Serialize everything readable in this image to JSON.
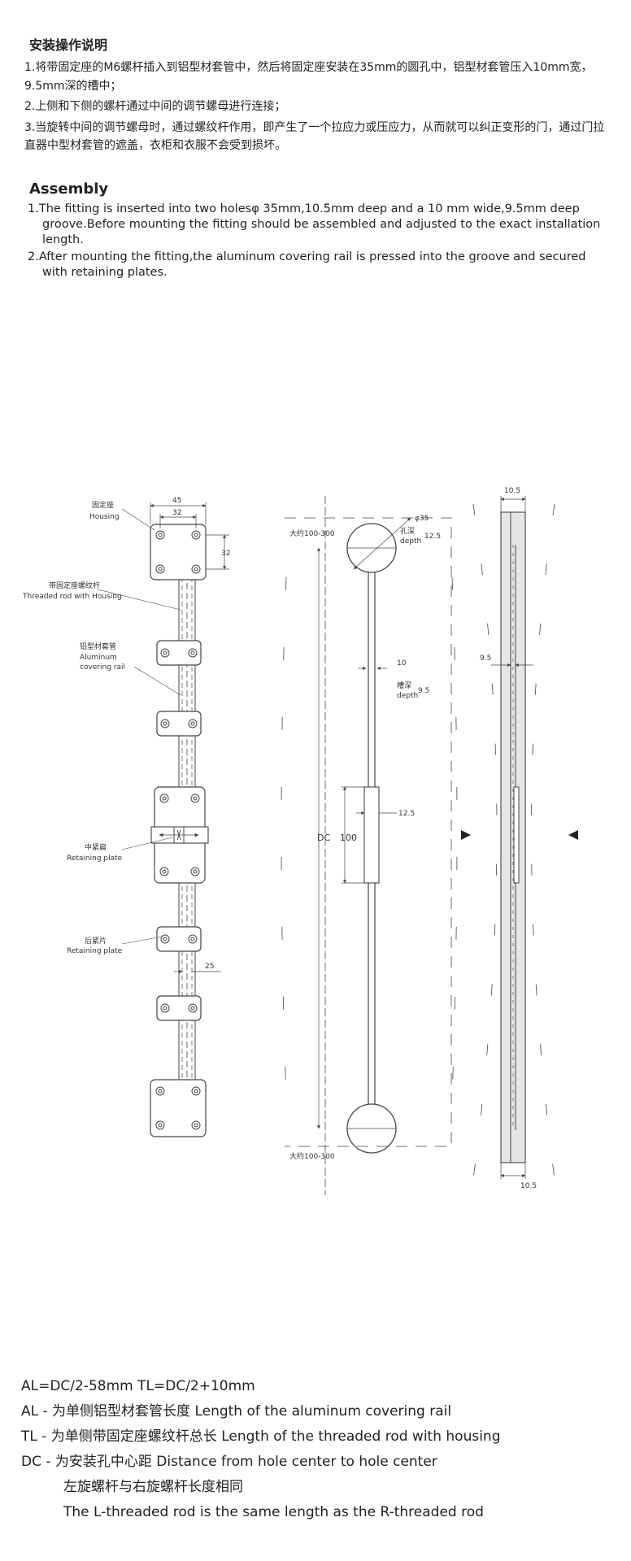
{
  "instructions_cn": {
    "title": "安装操作说明",
    "items": [
      "1.将带固定座的M6螺杆插入到铝型材套管中，然后将固定座安装在35mm的圆孔中，铝型材套管压入10mm宽，9.5mm深的槽中；",
      "2.上侧和下侧的螺杆通过中间的调节螺母进行连接；",
      "3.当旋转中间的调节螺母时，通过螺纹杆作用，即产生了一个拉应力或压应力，从而就可以纠正变形的门，通过门拉直器中型材套管的遮盖，衣柜和衣服不会受到损坏。"
    ]
  },
  "assembly": {
    "title": "Assembly",
    "items": [
      "1.The fitting is inserted into two holesφ 35mm,10.5mm deep and a 10 mm wide,9.5mm deep groove.Before mounting the fitting should be assembled and adjusted to the exact installation length.",
      "2.After mounting the fitting,the aluminum covering rail is pressed into the groove and secured with retaining plates."
    ]
  },
  "diagram": {
    "left": {
      "housing_cn": "固定座",
      "housing_en": "Housing",
      "rod_cn": "带固定座螺纹杆",
      "rod_en": "Threaded rod with Housing",
      "rail_cn": "铝型材套管",
      "rail_en1": "Aluminum",
      "rail_en2": "covering rail",
      "plate1_cn": "中紧扁",
      "plate1_en": "Retaining plate",
      "plate2_cn": "后紧片",
      "plate2_en": "Retaining plate",
      "dim_45": "45",
      "dim_32_top": "32",
      "dim_32_side": "32",
      "dim_25": "25"
    },
    "middle": {
      "top_range": "大约100-300",
      "bottom_range": "大约100-300",
      "hole_dia": "φ35",
      "hole_depth_cn": "孔深",
      "hole_depth_en": "depth",
      "hole_depth_val": "12.5",
      "groove_width": "10",
      "groove_depth_cn": "槽深",
      "groove_depth_en": "depth",
      "groove_depth_val": "9.5",
      "nut_width": "12.5",
      "dc_label": "DC",
      "nut_length": "100"
    },
    "right": {
      "top_width": "10.5",
      "groove_width": "9.5",
      "bottom_width": "10.5"
    }
  },
  "formulas": {
    "line1": "AL=DC/2-58mm   TL=DC/2+10mm",
    "line2": "AL - 为单侧铝型材套管长度  Length of the aluminum covering rail",
    "line3": "TL - 为单侧带固定座螺纹杆总长  Length of the threaded rod with housing",
    "line4": "DC - 为安装孔中心距  Distance from hole center to hole center",
    "line5": "左旋螺杆与右旋螺杆长度相同",
    "line6": "The L-threaded rod is the same length as the R-threaded rod"
  }
}
